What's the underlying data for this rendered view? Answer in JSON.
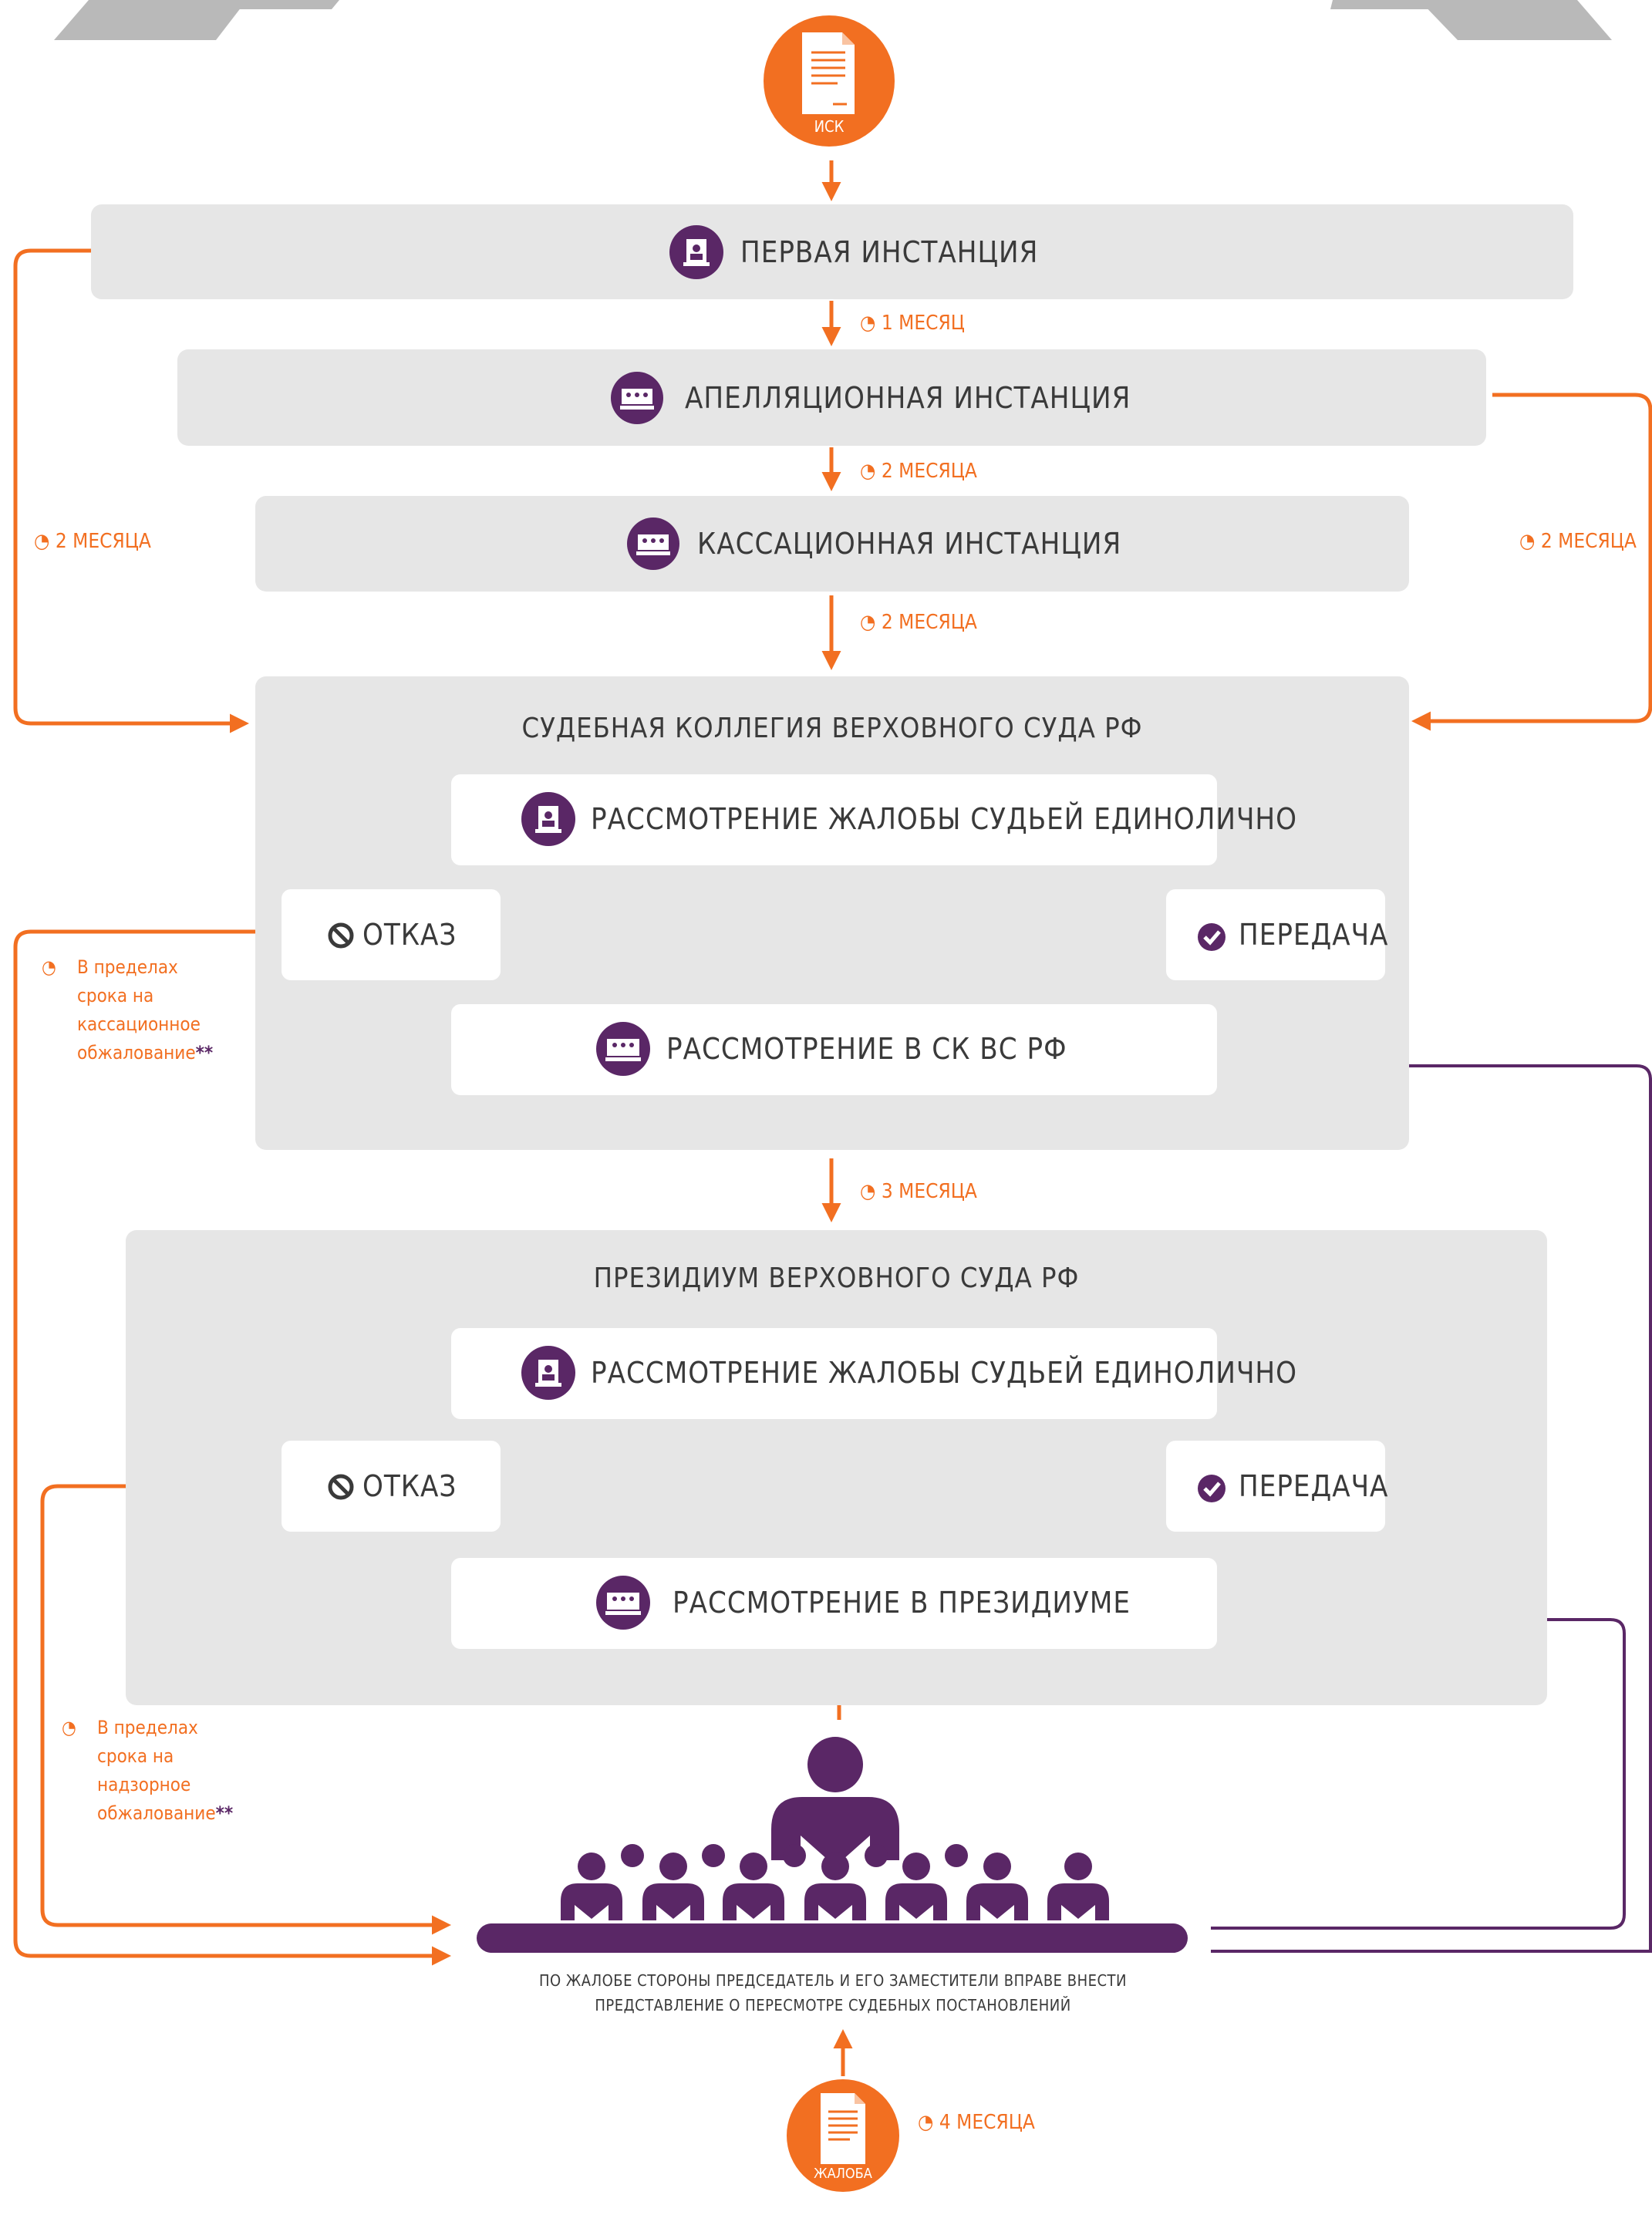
{
  "colors": {
    "orange": "#f26f21",
    "purple": "#5a2766",
    "grey": "#e6e6e6",
    "text": "#3a3a3a"
  },
  "icons": {
    "start": "document-icon",
    "end": "document-icon",
    "judge": "judge-icon",
    "panel": "panel-icon",
    "reject": "prohibited-icon",
    "transfer": "checkmark-icon",
    "clock": "clock-icon"
  },
  "start": {
    "label": "ИСК"
  },
  "end": {
    "label": "ЖАЛОБА",
    "duration": "4 МЕСЯЦА"
  },
  "levels": {
    "first": "ПЕРВАЯ ИНСТАНЦИЯ",
    "appeal": "АПЕЛЛЯЦИОННАЯ ИНСТАНЦИЯ",
    "cassation": "КАССАЦИОННАЯ ИНСТАНЦИЯ"
  },
  "durations": {
    "first_to_appeal": "1 МЕСЯЦ",
    "appeal_to_cassation": "2 МЕСЯЦА",
    "cassation_to_college": "2 МЕСЯЦА",
    "left_bypass": "2 МЕСЯЦА",
    "right_bypass": "2 МЕСЯЦА",
    "college_to_presidium": "3 МЕСЯЦА"
  },
  "college": {
    "title": "СУДЕБНАЯ КОЛЛЕГИЯ ВЕРХОВНОГО СУДА РФ",
    "review": "РАССМОТРЕНИЕ ЖАЛОБЫ СУДЬЕЙ ЕДИНОЛИЧНО",
    "reject": "ОТКАЗ",
    "transfer": "ПЕРЕДАЧА",
    "hearing": "РАССМОТРЕНИЕ В СК ВС РФ",
    "note": "В пределах срока на кассационное обжалование"
  },
  "presidium": {
    "title": "ПРЕЗИДИУМ ВЕРХОВНОГО СУДА РФ",
    "review": "РАССМОТРЕНИЕ ЖАЛОБЫ СУДЬЕЙ ЕДИНОЛИЧНО",
    "reject": "ОТКАЗ",
    "transfer": "ПЕРЕДАЧА",
    "hearing": "РАССМОТРЕНИЕ В ПРЕЗИДИУМЕ",
    "note": "В пределах срока на надзорное обжалование"
  },
  "footnote_marker": "**",
  "bottom_text": {
    "line1": "ПО ЖАЛОБЕ СТОРОНЫ ПРЕДСЕДАТЕЛЬ И ЕГО ЗАМЕСТИТЕЛИ ВПРАВЕ ВНЕСТИ",
    "line2": "ПРЕДСТАВЛЕНИЕ О ПЕРЕСМОТРЕ СУДЕБНЫХ ПОСТАНОВЛЕНИЙ"
  }
}
